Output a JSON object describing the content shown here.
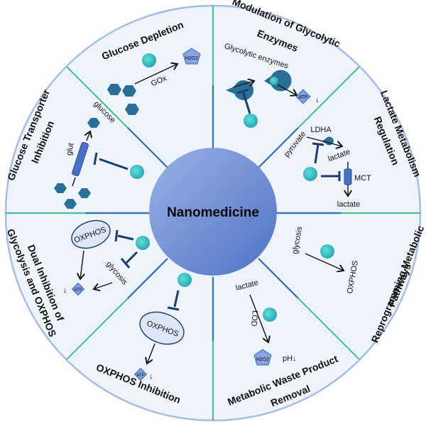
{
  "center": {
    "label": "Nanomedicine"
  },
  "colors": {
    "sector_bg": "#eef4fc",
    "outer_ring": "#a9bde0",
    "divider_outer": "#4cc08f",
    "divider_inner": "#3b6fb6",
    "center_fill_light": "#8fa8e0",
    "center_fill_dark": "#5577c8",
    "nanoparticle": "#3ec1c4",
    "hexagon": "#2a6f95",
    "enzyme": "#2a6f95",
    "atp_fill": "#7f9ee0",
    "inhibit_line": "#1f3a6b"
  },
  "sectors": [
    {
      "id": "glucose-depletion",
      "title": [
        "Glucose Depletion"
      ],
      "labels": {
        "enzyme": "GOx",
        "product": "H2O2"
      }
    },
    {
      "id": "glycolytic-enzymes",
      "title": [
        "Modulation of Glycolytic",
        "Enzymes"
      ],
      "labels": {
        "enzymes": "Glycolytic enzymes",
        "atp": "ATP",
        "down": "↓"
      }
    },
    {
      "id": "lactate-regulation",
      "title": [
        "Lactate Metabolism",
        "Regulation"
      ],
      "labels": {
        "pyruvate": "pyruvate",
        "ldha": "LDHA",
        "lactate1": "lactate",
        "mct": "MCT",
        "lactate2": "lactate"
      }
    },
    {
      "id": "reprogramming",
      "title": [
        "Reprogramming Metabolic",
        "Pathways"
      ],
      "labels": {
        "glycosis": "glycosis",
        "oxphos": "OXPHOS"
      }
    },
    {
      "id": "waste-removal",
      "title": [
        "Metabolic Waste Product",
        "Removal"
      ],
      "labels": {
        "lactate": "lactate",
        "lod": "LOD",
        "product": "H2O2",
        "ph": "pH↓"
      }
    },
    {
      "id": "oxphos-inhibition",
      "title": [
        "OXPHOS Inhibition"
      ],
      "labels": {
        "oxphos": "OXPHOS",
        "atp": "ATP",
        "down": "↓"
      }
    },
    {
      "id": "dual-inhibition",
      "title": [
        "Dual Inhibition of",
        "Glycolysis and OXPHOS"
      ],
      "labels": {
        "oxphos": "OXPHOS",
        "glycosis": "glycosis",
        "atp": "ATP",
        "down": "↓"
      }
    },
    {
      "id": "transporter-inhibition",
      "title": [
        "Glucose Transporter",
        "Inhibition"
      ],
      "labels": {
        "glucose": "glucose",
        "glut": "glut"
      }
    }
  ]
}
